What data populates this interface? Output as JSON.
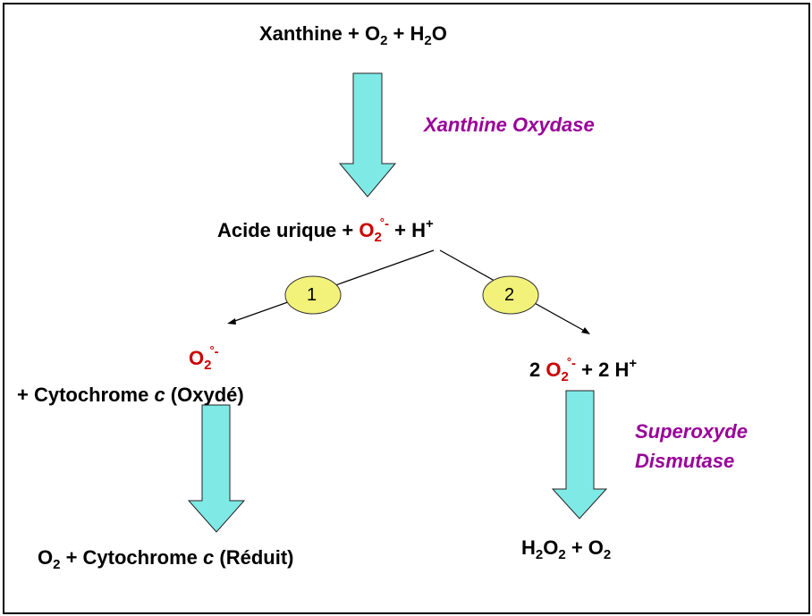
{
  "top": {
    "a": "Xanthine + O",
    "b": "2",
    "c": " + H",
    "d": "2",
    "e": "O"
  },
  "enzyme1": "Xanthine Oxydase",
  "mid": {
    "left": "Acide urique  + ",
    "o": "O",
    "o_sub": "2",
    "radical": "°",
    "minus": "-",
    "right": "   + H",
    "plus": "+"
  },
  "branch1": "1",
  "branch2": "2",
  "left_o2": {
    "o": "O",
    "sub": "2",
    "radical": "°",
    "minus": "-"
  },
  "left_cyt": {
    "a": "+ Cytochrome ",
    "c": "c",
    "b": " (Oxydé)"
  },
  "left_bottom": {
    "a": "O",
    "sub": "2",
    "b": " + Cytochrome ",
    "c": "c",
    "d": " (Réduit)"
  },
  "right_o2": {
    "pre": "2 ",
    "o": "O",
    "sub": "2",
    "radical": "°",
    "minus": "-",
    "post": "  + 2 H",
    "plus": "+"
  },
  "enzyme2": {
    "line1": "Superoxyde",
    "line2": "Dismutase"
  },
  "right_bottom": {
    "h": "H",
    "s1": "2",
    "o": "O",
    "s2": "2",
    "post": "  +  O",
    "s3": "2"
  },
  "colors": {
    "arrow_fill": "#7fe9e6",
    "circle_fill": "#f2f27a",
    "red": "#cc0000",
    "purple": "#990099"
  }
}
